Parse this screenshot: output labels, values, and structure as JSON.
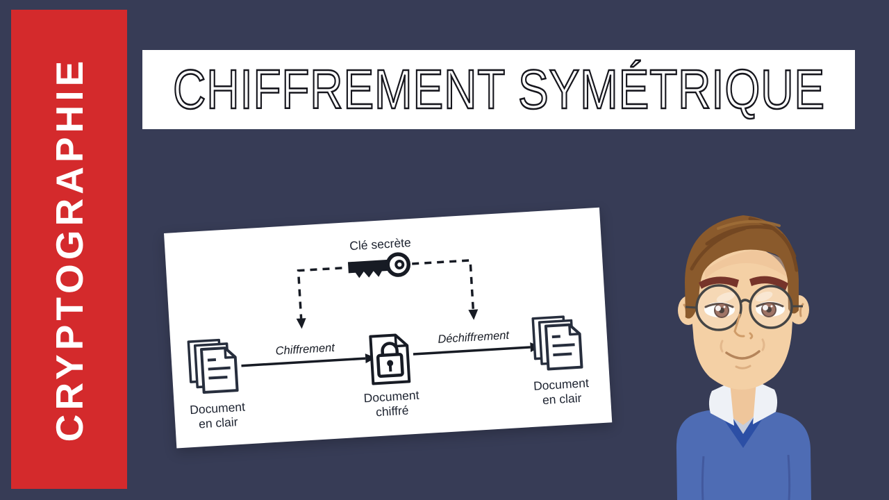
{
  "meta": {
    "background_color": "#373c56"
  },
  "banner": {
    "label": "CRYPTOGRAPHIE",
    "background_color": "#d42a2c",
    "text_color": "#ffffff"
  },
  "title": {
    "label": "CHIFFREMENT SYMÉTRIQUE",
    "background_color": "#ffffff",
    "text_color": "#16161d"
  },
  "diagram": {
    "card_background": "#ffffff",
    "ink_color": "#171b24",
    "document_stroke_color": "#272e3d",
    "key_label": "Clé secrète",
    "encrypt_label": "Chiffrement",
    "decrypt_label": "Déchiffrement",
    "documents": {
      "plain_left": {
        "line1": "Document",
        "line2": "en clair"
      },
      "cipher": {
        "line1": "Document",
        "line2": "chiffré"
      },
      "plain_right": {
        "line1": "Document",
        "line2": "en clair"
      }
    },
    "icons": [
      "key-icon",
      "document-stack-icon",
      "lock-document-icon",
      "document-stack-icon",
      "arrow-right-icon",
      "arrow-down-icon"
    ]
  },
  "character": {
    "icons": [
      "man-avatar",
      "round-glasses-icon"
    ],
    "sweater_color": "#4e6cb4",
    "sweater_trim_color": "#2c4fa5",
    "shirt_collar_color": "#eef1f6",
    "inner_shirt_color": "#c5ccdb",
    "skin_color": "#f4d0a5",
    "hair_color": "#8a5a2c"
  }
}
